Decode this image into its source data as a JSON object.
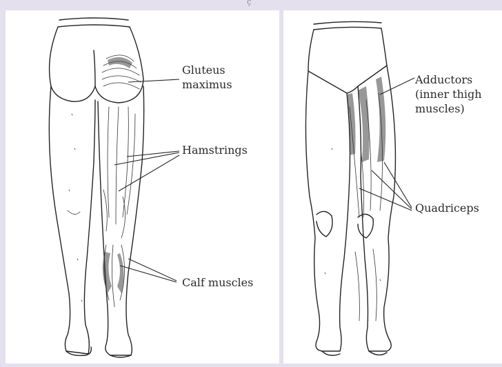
{
  "top_mark": "ç",
  "posterior_view": {
    "labels": {
      "gluteus": "Gluteus maximus",
      "hamstrings": "Hamstrings",
      "calf": "Calf muscles"
    }
  },
  "anterior_view": {
    "labels": {
      "adductors": "Adductors (inner thigh muscles)",
      "quadriceps": "Quadriceps"
    }
  }
}
